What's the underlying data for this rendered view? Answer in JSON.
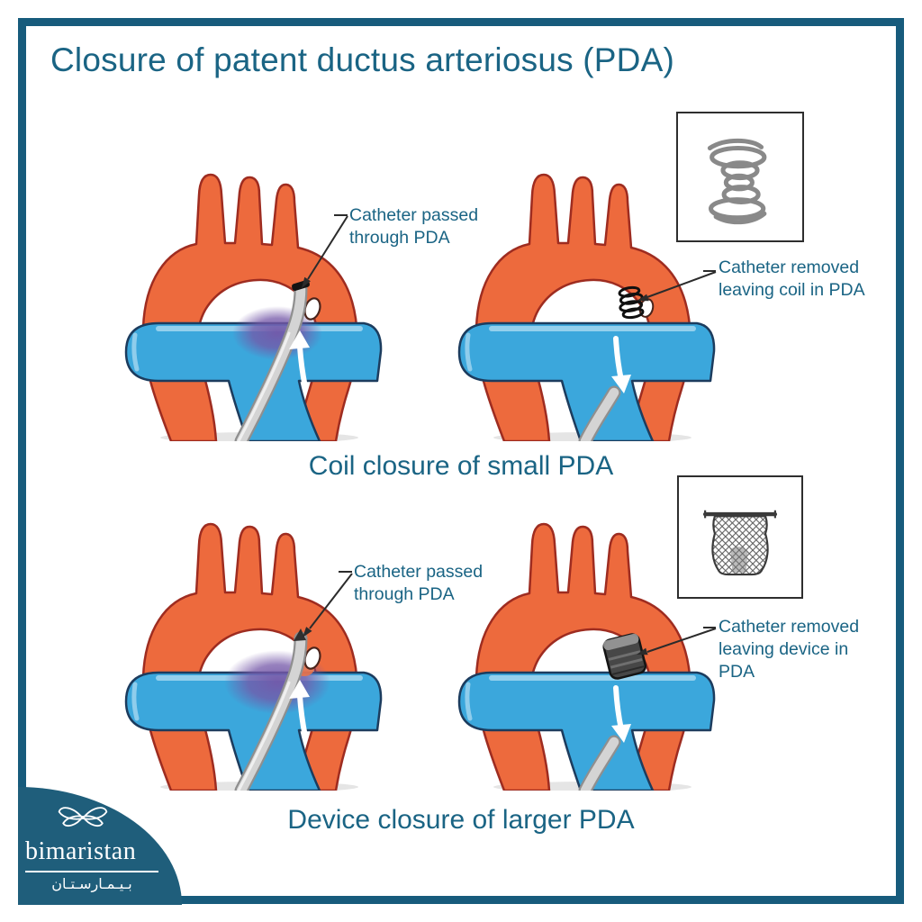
{
  "header": {
    "title": "Closure of patent ductus arteriosus (PDA)"
  },
  "sections": [
    {
      "caption": "Coil closure of small PDA",
      "left_label": "Catheter passed through PDA",
      "right_label": "Catheter removed leaving coil in PDA",
      "inset_icon": "coil-spring-icon"
    },
    {
      "caption": "Device closure of larger PDA",
      "left_label": "Catheter passed through PDA",
      "right_label": "Catheter removed leaving device in PDA",
      "inset_icon": "mesh-device-icon"
    }
  ],
  "logo": {
    "brand": "bimaristan",
    "brand_arabic": "بـيـمـارسـتـان"
  },
  "colors": {
    "accent": "#1A6484",
    "frame": "#175B7C",
    "logoBg": "#1F5E7B",
    "aorta": "#ED6A3D",
    "aortaOutline": "#9E2C20",
    "pulmonary": "#3BA7DC",
    "pulmonaryLight": "#A5D7F0",
    "pulmonaryOutline": "#1C3C5E",
    "shunt": "#7457A8",
    "catheter": "#D4D4D4",
    "catheterEdge": "#8F8F8F"
  }
}
